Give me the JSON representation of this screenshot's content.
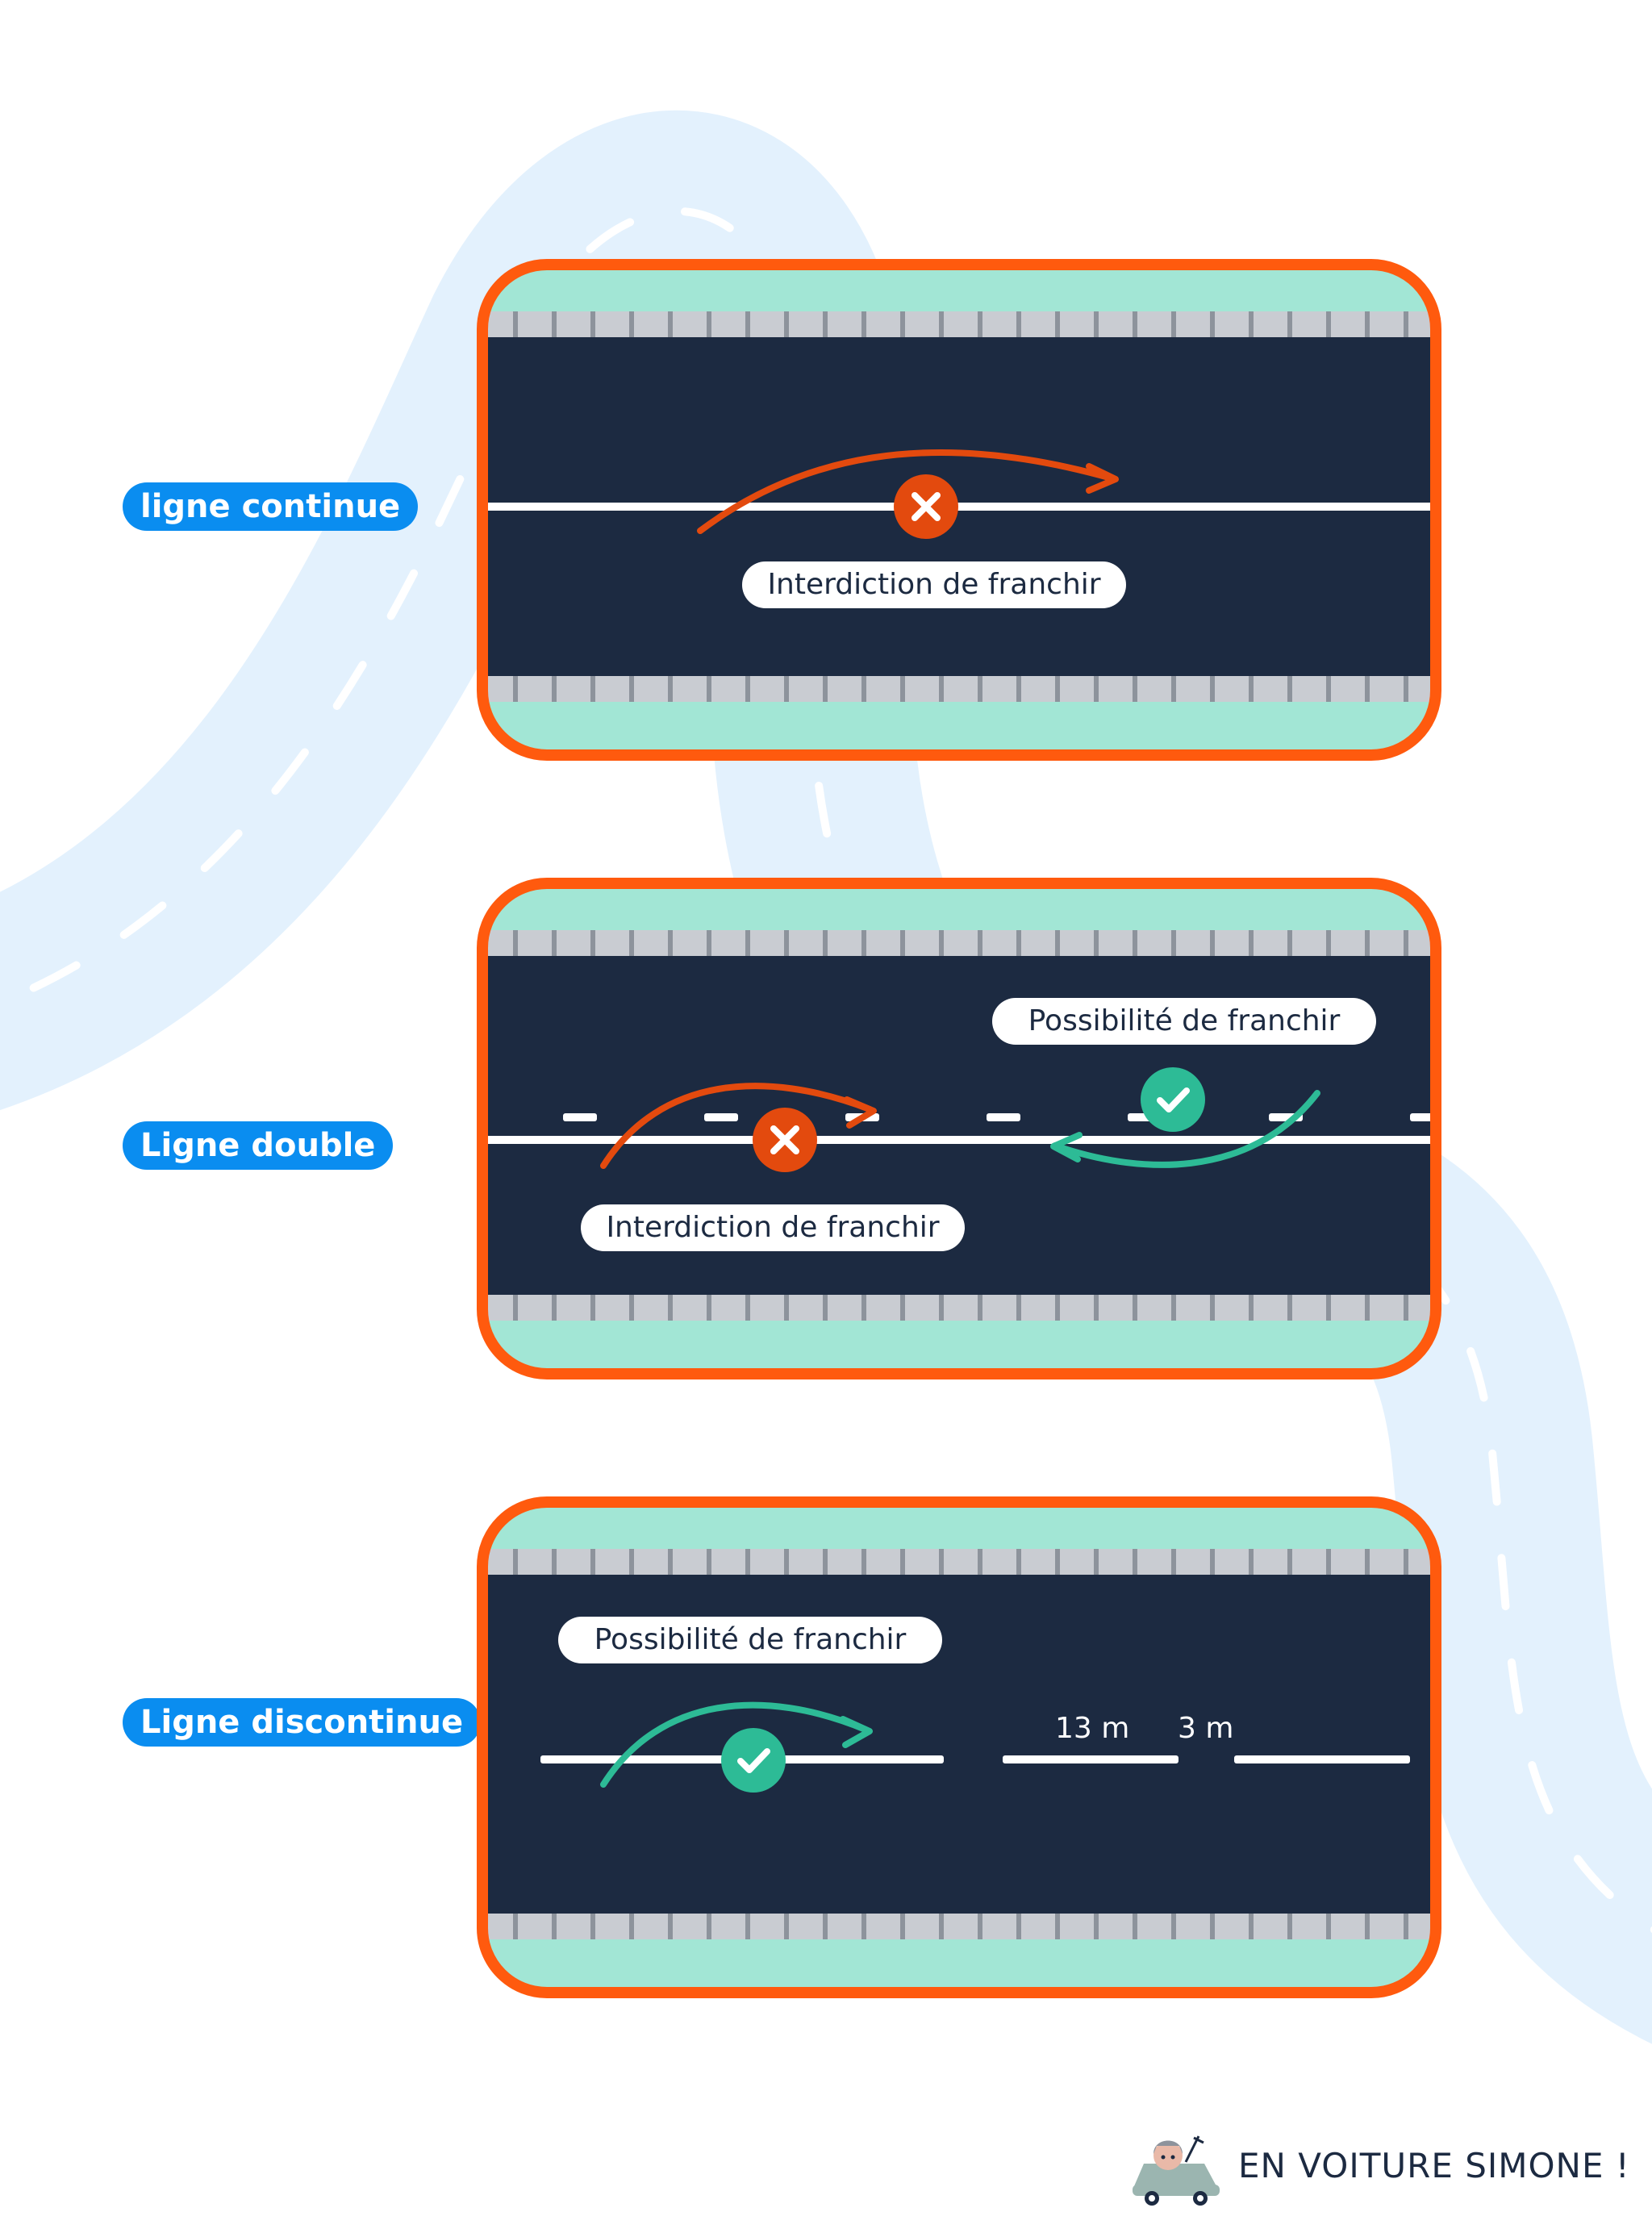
{
  "colors": {
    "accent_orange": "#ff5a0e",
    "road": "#1c2a41",
    "verge": "#a2e6d5",
    "label_blue": "#0a8df0",
    "forbidden_red": "#e34a0e",
    "allowed_green": "#2dbb96",
    "background_road": "#e3f1fd"
  },
  "sections": [
    {
      "label": "ligne continue",
      "bubbles": [
        "Interdiction de franchir"
      ]
    },
    {
      "label": "Ligne double",
      "bubbles": [
        "Possibilité de franchir",
        "Interdiction de franchir"
      ]
    },
    {
      "label": "Ligne discontinue",
      "bubbles": [
        "Possibilité de franchir"
      ],
      "measures": [
        "13 m",
        "3 m"
      ]
    }
  ],
  "icons": {
    "forbidden": "cross-icon",
    "allowed": "check-icon"
  },
  "brand": {
    "name": "EN VOITURE SIMONE !"
  }
}
